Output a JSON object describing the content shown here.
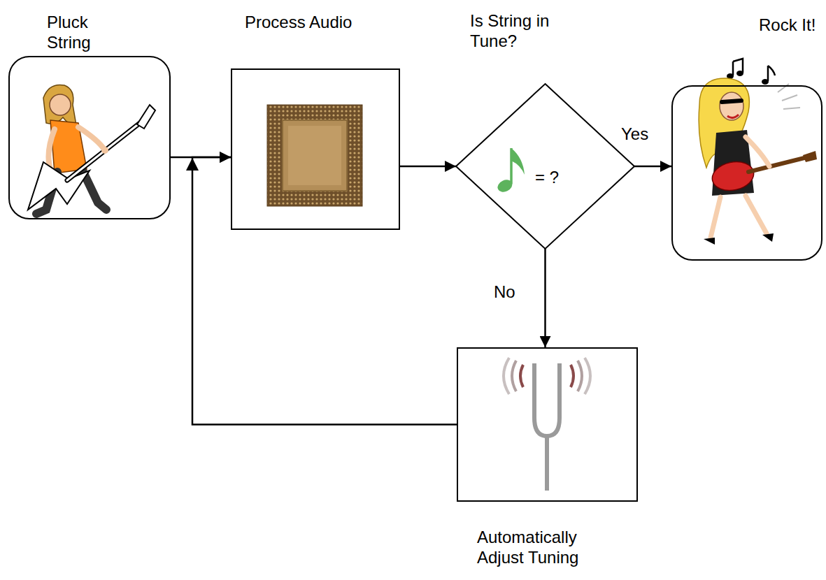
{
  "diagram": {
    "nodes": [
      {
        "text": [
          "Pluck String"
        ]
      },
      {
        "text": [
          "Process Audio"
        ]
      },
      {
        "text": [
          "Is String in Tune?",
          "= ?"
        ]
      },
      {
        "text": [
          "Rock It!"
        ]
      },
      {
        "text": [
          "Automatically Adjust Tuning"
        ]
      }
    ],
    "edges": [
      {
        "from": 0,
        "to": 1,
        "arrow": "to"
      },
      {
        "from": 1,
        "to": 2,
        "arrow": "to"
      },
      {
        "from": 2,
        "to": 3,
        "label": "Yes",
        "arrow": "to"
      },
      {
        "from": 2,
        "to": 4,
        "label": "No",
        "arrow": "to"
      },
      {
        "from": 4,
        "to": 1,
        "arrow": "to"
      }
    ]
  }
}
